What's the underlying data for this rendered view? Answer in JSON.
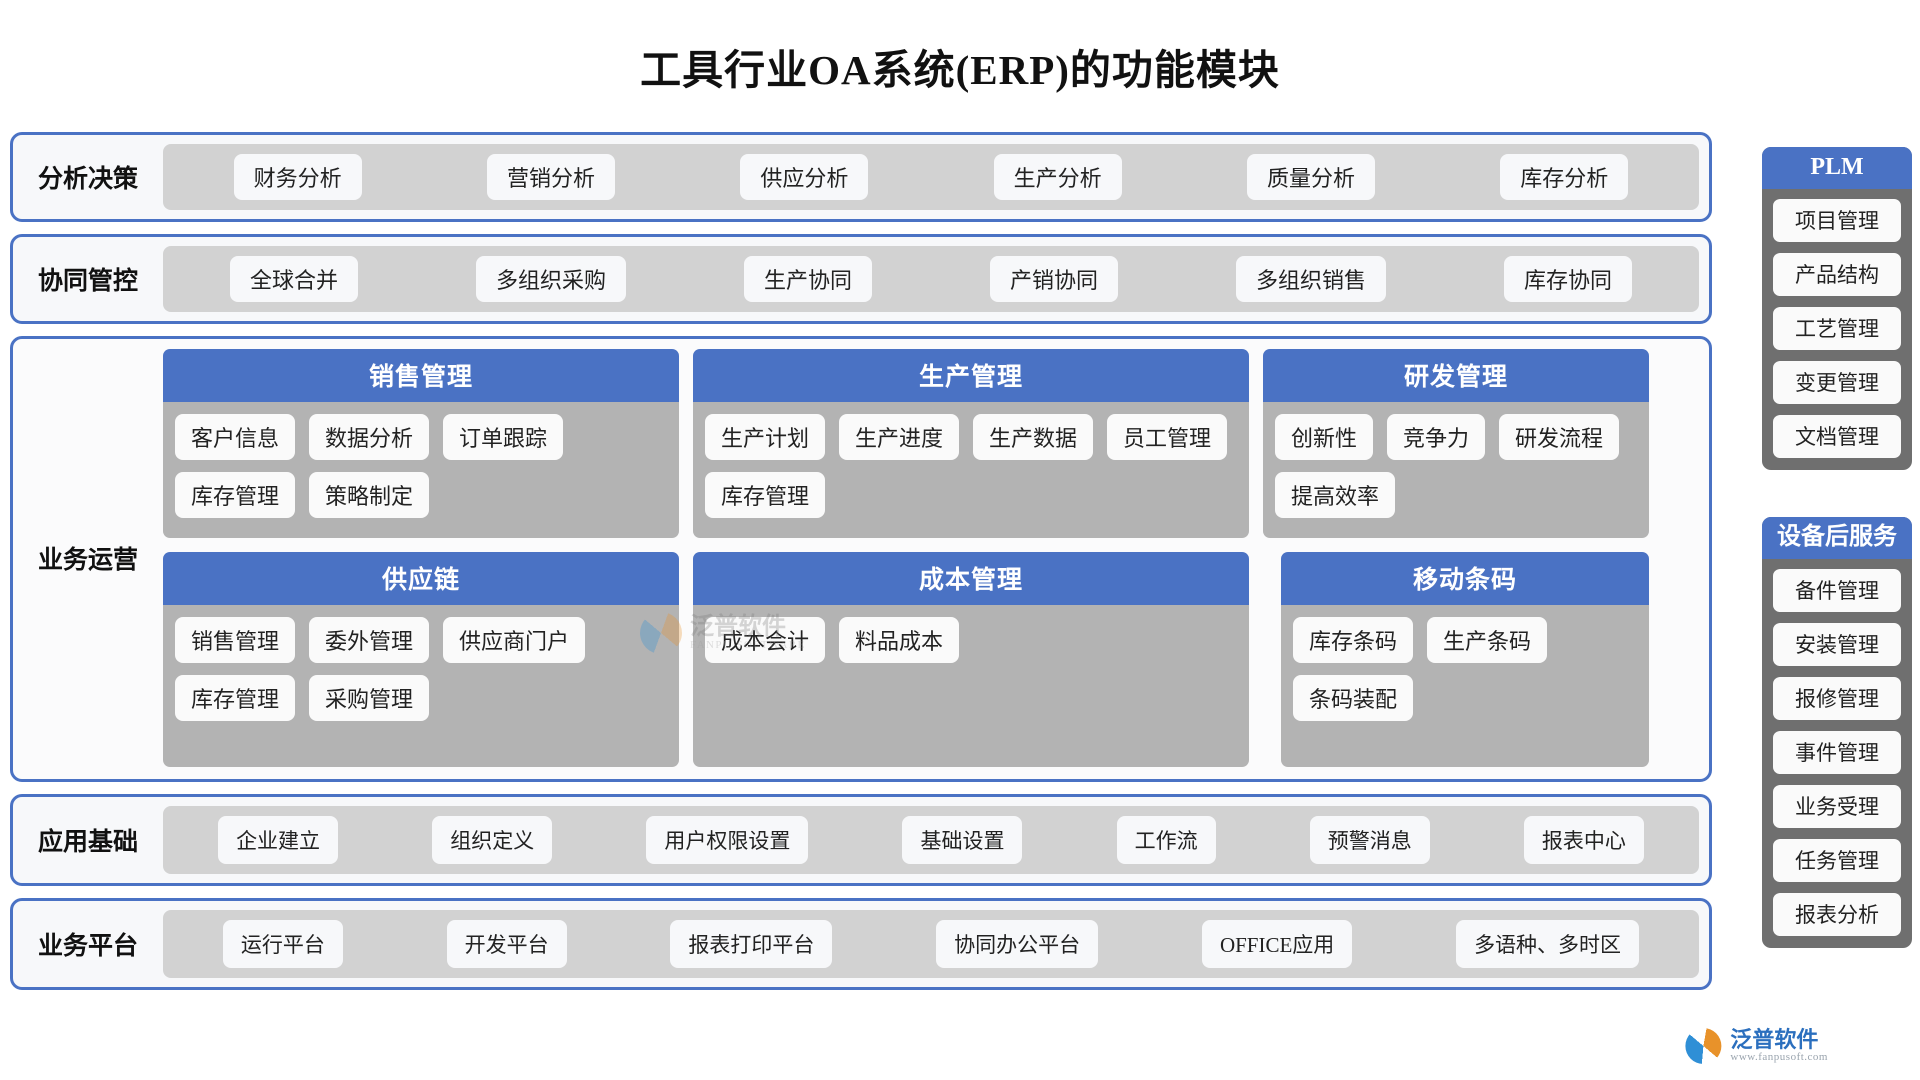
{
  "title": "工具行业OA系统(ERP)的功能模块",
  "bands": [
    {
      "label": "分析决策",
      "items": [
        "财务分析",
        "营销分析",
        "供应分析",
        "生产分析",
        "质量分析",
        "库存分析"
      ]
    },
    {
      "label": "协同管控",
      "items": [
        "全球合并",
        "多组织采购",
        "生产协同",
        "产销协同",
        "多组织销售",
        "库存协同"
      ]
    }
  ],
  "operations": {
    "label": "业务运营",
    "row1": [
      {
        "title": "销售管理",
        "items": [
          "客户信息",
          "数据分析",
          "订单跟踪",
          "库存管理",
          "策略制定"
        ]
      },
      {
        "title": "生产管理",
        "items": [
          "生产计划",
          "生产进度",
          "生产数据",
          "员工管理",
          "库存管理"
        ]
      },
      {
        "title": "研发管理",
        "items": [
          "创新性",
          "竞争力",
          "研发流程",
          "提高效率"
        ]
      }
    ],
    "row2": [
      {
        "title": "供应链",
        "items": [
          "销售管理",
          "委外管理",
          "供应商门户",
          "库存管理",
          "采购管理"
        ]
      },
      {
        "title": "成本管理",
        "items": [
          "成本会计",
          "料品成本"
        ]
      },
      {
        "title": "移动条码",
        "items": [
          "库存条码",
          "生产条码",
          "条码装配"
        ]
      }
    ]
  },
  "bottom_bands": [
    {
      "label": "应用基础",
      "items": [
        "企业建立",
        "组织定义",
        "用户权限设置",
        "基础设置",
        "工作流",
        "预警消息",
        "报表中心"
      ]
    },
    {
      "label": "业务平台",
      "items": [
        "运行平台",
        "开发平台",
        "报表打印平台",
        "协同办公平台",
        "OFFICE应用",
        "多语种、多时区"
      ]
    }
  ],
  "side_panels": [
    {
      "title": "PLM",
      "items": [
        "项目管理",
        "产品结构",
        "工艺管理",
        "变更管理",
        "文档管理"
      ]
    },
    {
      "title": "设备后服务",
      "items": [
        "备件管理",
        "安装管理",
        "报修管理",
        "事件管理",
        "业务受理",
        "任务管理",
        "报表分析"
      ]
    }
  ],
  "watermark": {
    "cn": "泛普软件",
    "en": "FANPU SOFTWARE"
  },
  "brand": {
    "cn": "泛普软件",
    "en": "www.fanpusoft.com"
  },
  "colors": {
    "accent_blue": "#4a72c4",
    "band_inner_gray": "#d2d2d2",
    "card_body_gray": "#b3b3b3",
    "side_panel_gray": "#6f6f6f",
    "pill_white": "#fafafa"
  }
}
